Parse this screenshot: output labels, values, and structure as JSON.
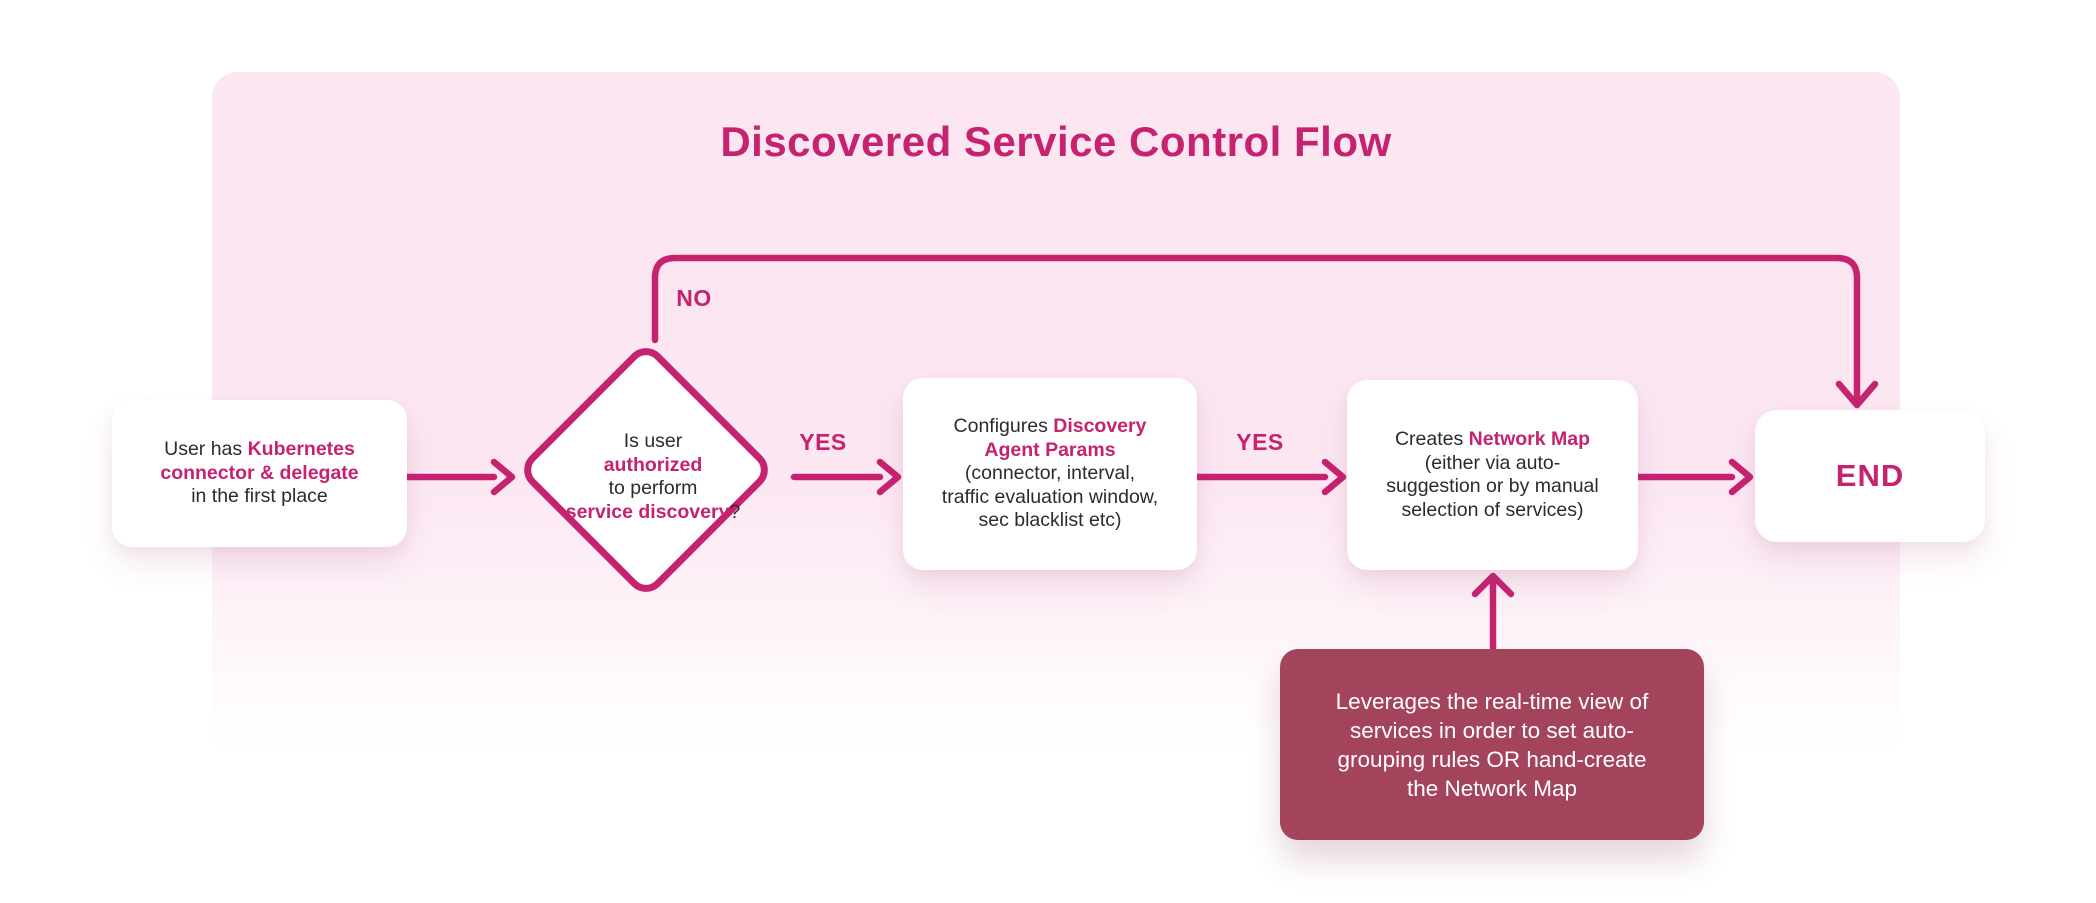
{
  "title": "Discovered Service Control Flow",
  "colors": {
    "accent": "#C52270",
    "panel_pink": "#FBE6F2",
    "note_maroon": "#A4435C",
    "node_white": "#FFFFFF",
    "text_dark": "#2B2B31"
  },
  "nodes": {
    "start": {
      "plain1": "User has ",
      "bold1": "Kubernetes",
      "bold2": "connector & delegate",
      "plain2": "in the first place"
    },
    "decision": {
      "line1": "Is user",
      "bold1": "authorized",
      "line3": "to perform",
      "bold2": "service discovery",
      "suffix": "?"
    },
    "configure": {
      "plain1": "Configures ",
      "bold1": "Discovery",
      "bold2": "Agent Params",
      "line3": "(connector, interval,",
      "line4": "traffic evaluation window,",
      "line5": "sec blacklist etc)"
    },
    "create": {
      "plain1": "Creates ",
      "bold1": "Network Map",
      "line2": "(either via auto-",
      "line3": "suggestion or by manual",
      "line4": "selection of services)"
    },
    "end": {
      "label": "END"
    },
    "note": {
      "line1": "Leverages the real-time view of",
      "line2": "services in order to set auto-",
      "line3": "grouping rules OR hand-create",
      "line4": "the Network Map"
    }
  },
  "edges": {
    "yes1": "YES",
    "yes2": "YES",
    "no": "NO"
  }
}
